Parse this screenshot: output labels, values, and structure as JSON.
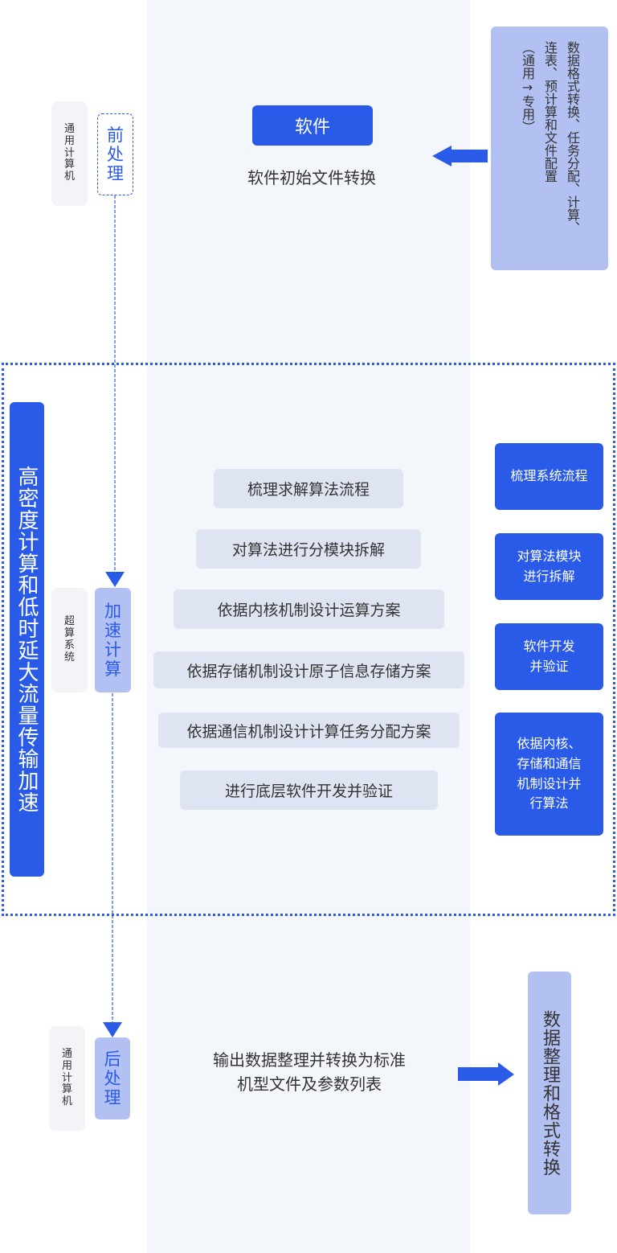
{
  "pre": {
    "computer_label": [
      "通",
      "用",
      "计",
      "算",
      "机"
    ],
    "stage_label": [
      "前",
      "处",
      "理"
    ],
    "software_button": "软件",
    "software_subtitle": "软件初始文件转换",
    "right_panel_lines": [
      "数据格式转换、任务分配、计算、",
      "连表、预计算和文件配置",
      "（通用→专用）"
    ]
  },
  "accel": {
    "side_title": "高密度计算和低时延大流量传输加速",
    "system_label": [
      "超",
      "算",
      "系",
      "统"
    ],
    "stage_label": [
      "加",
      "速",
      "计",
      "算"
    ],
    "steps": [
      "梳理求解算法流程",
      "对算法进行分模块拆解",
      "依据内核机制设计运算方案",
      "依据存储机制设计原子信息存储方案",
      "依据通信机制设计计算任务分配方案",
      "进行底层软件开发并验证"
    ],
    "right_boxes": [
      [
        "梳理系统流程"
      ],
      [
        "对算法模块",
        "进行拆解"
      ],
      [
        "软件开发",
        "并验证"
      ],
      [
        "依据内核、",
        "存储和通信",
        "机制设计并",
        "行算法"
      ]
    ]
  },
  "post": {
    "computer_label": [
      "通",
      "用",
      "计",
      "算",
      "机"
    ],
    "stage_label": [
      "后",
      "处",
      "理"
    ],
    "output_text": [
      "输出数据整理并转换为标准",
      "机型文件及参数列表"
    ],
    "right_panel": "数据整理和格式转换"
  },
  "colors": {
    "blue": "#2a5be8",
    "lavender": "#b2c1f2",
    "step_bg": "#dfe4f2",
    "band": "#f3f6fb"
  }
}
